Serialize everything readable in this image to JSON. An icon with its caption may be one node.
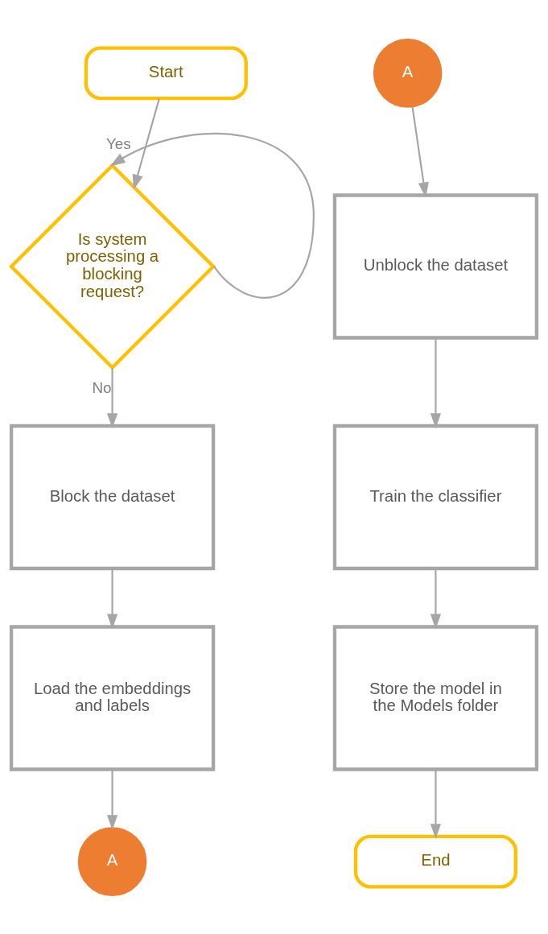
{
  "diagram": {
    "nodes": [
      {
        "text": [
          "Start"
        ]
      },
      {
        "text": [
          "Is system processing a blocking request?"
        ]
      },
      {
        "text": [
          "Block the dataset"
        ]
      },
      {
        "text": [
          "Load the embeddings and labels"
        ]
      },
      {
        "text": [
          "A"
        ]
      },
      {
        "text": [
          "A"
        ]
      },
      {
        "text": [
          "Unblock the dataset"
        ]
      },
      {
        "text": [
          "Train the classifier"
        ]
      },
      {
        "text": [
          "Store the model in the Models folder"
        ]
      },
      {
        "text": [
          "End"
        ]
      }
    ],
    "edges": [
      {
        "from": 0,
        "to": 1,
        "arrow": "to"
      },
      {
        "from": 1,
        "to": 1,
        "label": "Yes",
        "arrow": "to"
      },
      {
        "from": 1,
        "to": 2,
        "label": "No",
        "arrow": "to"
      },
      {
        "from": 2,
        "to": 3,
        "arrow": "to"
      },
      {
        "from": 3,
        "to": 4,
        "arrow": "to"
      },
      {
        "from": 5,
        "to": 6,
        "arrow": "to"
      },
      {
        "from": 6,
        "to": 7,
        "arrow": "to"
      },
      {
        "from": 7,
        "to": 8,
        "arrow": "to"
      },
      {
        "from": 8,
        "to": 9,
        "arrow": "to"
      }
    ]
  }
}
